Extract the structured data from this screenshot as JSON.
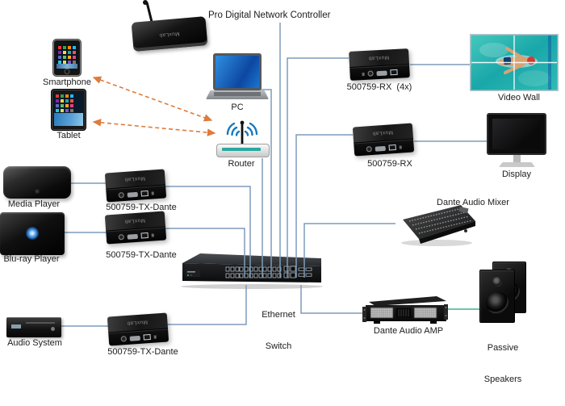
{
  "diagram_title": "Pro Digital Network Controller",
  "brand": "MuxLab",
  "colors": {
    "connection_line": "#7e9cba",
    "speaker_line": "#3fb094",
    "wireless_arrow": "#dd7c3c",
    "background": "#ffffff",
    "label_text": "#1c1c1c"
  },
  "nodes": {
    "controller": {
      "label": "Pro Digital Network Controller"
    },
    "smartphone": {
      "label": "Smartphone"
    },
    "tablet": {
      "label": "Tablet"
    },
    "pc": {
      "label": "PC"
    },
    "router": {
      "label": "Router"
    },
    "media_player": {
      "label": "Media Player"
    },
    "tx_media": {
      "label": "500759-TX-Dante"
    },
    "bluray": {
      "label": "Blu-ray Player"
    },
    "tx_bluray": {
      "label": "500759-TX-Dante"
    },
    "audio_system": {
      "label": "Audio System"
    },
    "tx_audio": {
      "label": "500759-TX-Dante"
    },
    "ethernet_switch": {
      "label_line1": "Ethernet",
      "label_line2": "Switch"
    },
    "rx_video_wall": {
      "label": "500759-RX  (4x)"
    },
    "video_wall": {
      "label": "Video Wall"
    },
    "rx_display": {
      "label": "500759-RX"
    },
    "display": {
      "label": "Display"
    },
    "mixer": {
      "label": "Dante Audio Mixer"
    },
    "amp": {
      "label": "Dante Audio AMP"
    },
    "speakers": {
      "label_line1": "Passive",
      "label_line2": "Speakers"
    }
  },
  "connections": [
    {
      "from": "Pro Digital Network Controller",
      "to": "Ethernet Switch",
      "type": "wired"
    },
    {
      "from": "PC",
      "to": "Ethernet Switch",
      "type": "wired"
    },
    {
      "from": "Router",
      "to": "Ethernet Switch",
      "type": "wired"
    },
    {
      "from": "Smartphone",
      "to": "Router",
      "type": "wireless"
    },
    {
      "from": "Tablet",
      "to": "Router",
      "type": "wireless"
    },
    {
      "from": "Media Player",
      "to": "500759-TX-Dante",
      "type": "wired"
    },
    {
      "from": "500759-TX-Dante (Media Player)",
      "to": "Ethernet Switch",
      "type": "wired"
    },
    {
      "from": "Blu-ray Player",
      "to": "500759-TX-Dante",
      "type": "wired"
    },
    {
      "from": "500759-TX-Dante (Blu-ray Player)",
      "to": "Ethernet Switch",
      "type": "wired"
    },
    {
      "from": "Audio System",
      "to": "500759-TX-Dante",
      "type": "wired"
    },
    {
      "from": "500759-TX-Dante (Audio System)",
      "to": "Ethernet Switch",
      "type": "wired"
    },
    {
      "from": "Ethernet Switch",
      "to": "500759-RX (4x)",
      "type": "wired"
    },
    {
      "from": "500759-RX (4x)",
      "to": "Video Wall",
      "type": "wired"
    },
    {
      "from": "Ethernet Switch",
      "to": "500759-RX",
      "type": "wired"
    },
    {
      "from": "500759-RX",
      "to": "Display",
      "type": "wired"
    },
    {
      "from": "Ethernet Switch",
      "to": "Dante Audio Mixer",
      "type": "wired"
    },
    {
      "from": "Ethernet Switch",
      "to": "Dante Audio AMP",
      "type": "wired"
    },
    {
      "from": "Dante Audio AMP",
      "to": "Passive Speakers",
      "type": "speaker"
    }
  ]
}
